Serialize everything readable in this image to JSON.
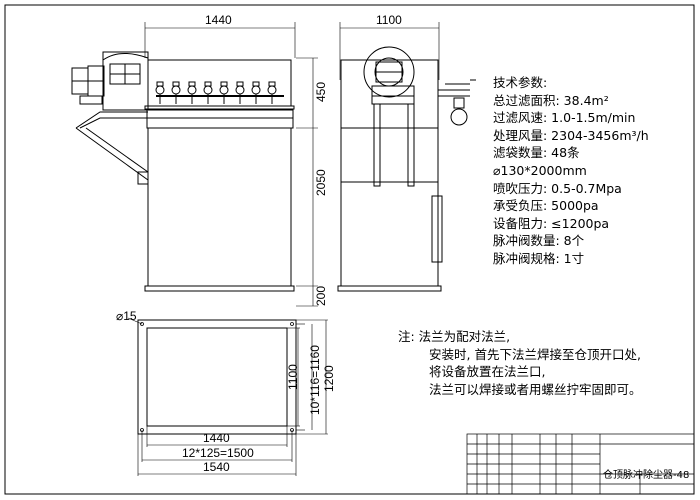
{
  "dimensions": {
    "front_width": "1440",
    "side_width": "1100",
    "height_top": "450",
    "height_middle": "2050",
    "height_bottom": "200",
    "plan_hole": "⌀15",
    "plan_inner_height": "1100",
    "plan_pitch_height": "10*116=1160",
    "plan_outer_height": "1200",
    "plan_inner_width": "1440",
    "plan_pitch_width": "12*125=1500",
    "plan_outer_width": "1540"
  },
  "specs": {
    "title": "技术参数:",
    "lines": [
      "总过滤面积: 38.4m²",
      "过滤风速: 1.0-1.5m/min",
      "处理风量: 2304-3456m³/h",
      "滤袋数量: 48条",
      "⌀130*2000mm",
      "喷吹压力: 0.5-0.7Mpa",
      "承受负压: 5000pa",
      "设备阻力: ≤1200pa",
      "脉冲阀数量: 8个",
      "脉冲阀规格: 1寸"
    ]
  },
  "note": {
    "line1": "注: 法兰为配对法兰,",
    "line2": "安装时, 首先下法兰焊接至仓顶开口处,",
    "line3": "将设备放置在法兰口,",
    "line4": "法兰可以焊接或者用螺丝拧牢固即可。"
  },
  "title_block": {
    "drawing_name": "仓顶脉冲除尘器-48"
  }
}
